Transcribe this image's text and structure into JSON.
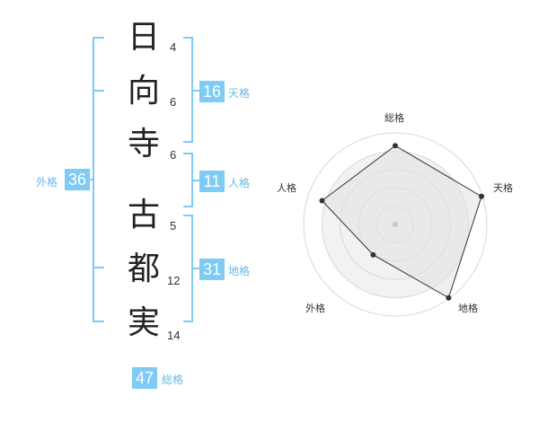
{
  "name_chars": [
    {
      "char": "日",
      "strokes": "4"
    },
    {
      "char": "向",
      "strokes": "6"
    },
    {
      "char": "寺",
      "strokes": "6"
    },
    {
      "char": "古",
      "strokes": "5"
    },
    {
      "char": "都",
      "strokes": "12"
    },
    {
      "char": "実",
      "strokes": "14"
    }
  ],
  "fortunes": {
    "tenkaku": {
      "value": "16",
      "label": "天格"
    },
    "jinkaku": {
      "value": "11",
      "label": "人格"
    },
    "chikaku": {
      "value": "31",
      "label": "地格"
    },
    "gaikaku": {
      "value": "36",
      "label": "外格"
    },
    "soukaku": {
      "value": "47",
      "label": "総格"
    }
  },
  "radar": {
    "axes": [
      "総格",
      "天格",
      "地格",
      "外格",
      "人格"
    ],
    "values": [
      0.86,
      0.99,
      0.99,
      0.41,
      0.84
    ],
    "max": 1
  },
  "colors": {
    "accent": "#7ecbf5",
    "bracket": "#7ecbf5"
  }
}
